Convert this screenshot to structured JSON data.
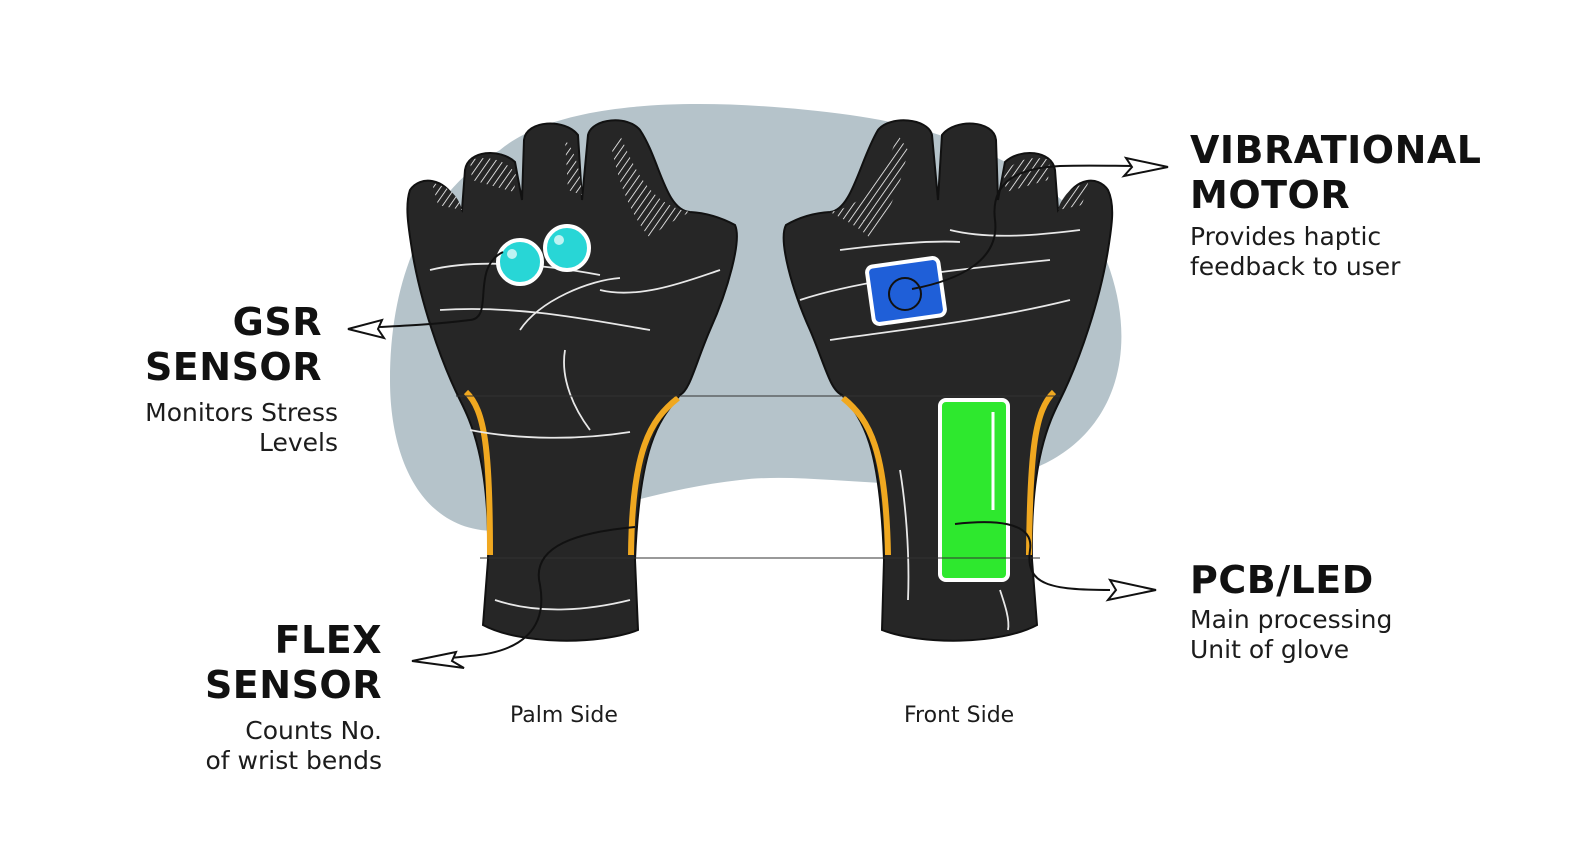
{
  "callouts": {
    "gsr": {
      "title_1": "GSR",
      "title_2": "SENSOR",
      "desc_1": "Monitors Stress",
      "desc_2": "Levels"
    },
    "flex": {
      "title_1": "FLEX",
      "title_2": "SENSOR",
      "desc_1": "Counts No.",
      "desc_2": "of wrist bends"
    },
    "vibration": {
      "title_1": "VIBRATIONAL",
      "title_2": "MOTOR",
      "desc_1": "Provides haptic",
      "desc_2": "feedback to user"
    },
    "pcb": {
      "title_1": "PCB/LED",
      "desc_1": "Main processing",
      "desc_2": "Unit of glove"
    }
  },
  "captions": {
    "palm": "Palm Side",
    "front": "Front Side"
  },
  "colors": {
    "blob": "#b5c3ca",
    "glove": "#262626",
    "strip": "#f0a820",
    "gsr": "#28d6d6",
    "motor": "#1f5fd8",
    "pcb": "#2ee82e",
    "ink": "#111111"
  }
}
